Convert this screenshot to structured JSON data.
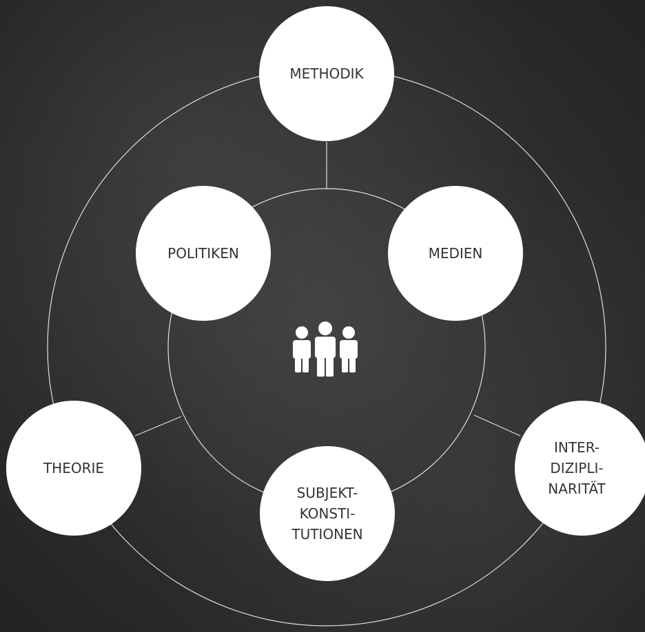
{
  "diagram": {
    "nodes": [
      {
        "id": "methodik",
        "label": "METHODIK"
      },
      {
        "id": "politiken",
        "label": "POLITIKEN"
      },
      {
        "id": "medien",
        "label": "MEDIEN"
      },
      {
        "id": "theorie",
        "label": "THEORIE"
      },
      {
        "id": "subjekt",
        "label": "SUBJEKT-\nKONSTI-\nTUTIONEN"
      },
      {
        "id": "interdisziplinaritaet",
        "label": "INTER-\nDIZIPLI-\nNARITÄT"
      }
    ],
    "center_icon": "people-group-icon",
    "colors": {
      "background": "#2e2e2e",
      "node_fill": "#ffffff",
      "node_text": "#333333",
      "lines": "#ffffff"
    }
  }
}
